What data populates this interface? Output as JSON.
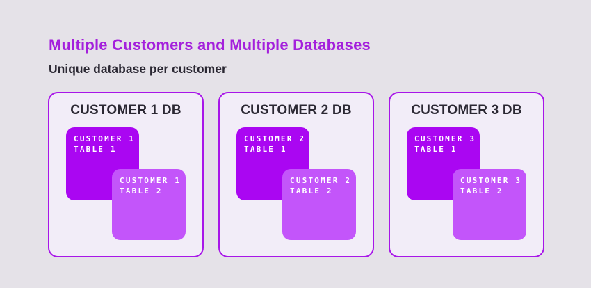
{
  "header": {
    "title": "Multiple Customers and Multiple Databases",
    "subtitle": "Unique database per customer"
  },
  "colors": {
    "page_bg": "#e5e2e8",
    "card_bg": "#f2edf8",
    "card_border": "#a816e9",
    "table1_bg": "#aa06f2",
    "table2_bg": "#c355fa",
    "title_text": "#a420dc",
    "dark_text": "#2b2833",
    "table_text": "#ffffff"
  },
  "databases": [
    {
      "heading": "CUSTOMER 1 DB",
      "tables": [
        {
          "owner": "CUSTOMER 1",
          "name": "TABLE 1"
        },
        {
          "owner": "CUSTOMER 1",
          "name": "TABLE 2"
        }
      ]
    },
    {
      "heading": "CUSTOMER 2 DB",
      "tables": [
        {
          "owner": "CUSTOMER 2",
          "name": "TABLE 1"
        },
        {
          "owner": "CUSTOMER 2",
          "name": "TABLE 2"
        }
      ]
    },
    {
      "heading": "CUSTOMER 3 DB",
      "tables": [
        {
          "owner": "CUSTOMER 3",
          "name": "TABLE 1"
        },
        {
          "owner": "CUSTOMER 3",
          "name": "TABLE 2"
        }
      ]
    }
  ]
}
